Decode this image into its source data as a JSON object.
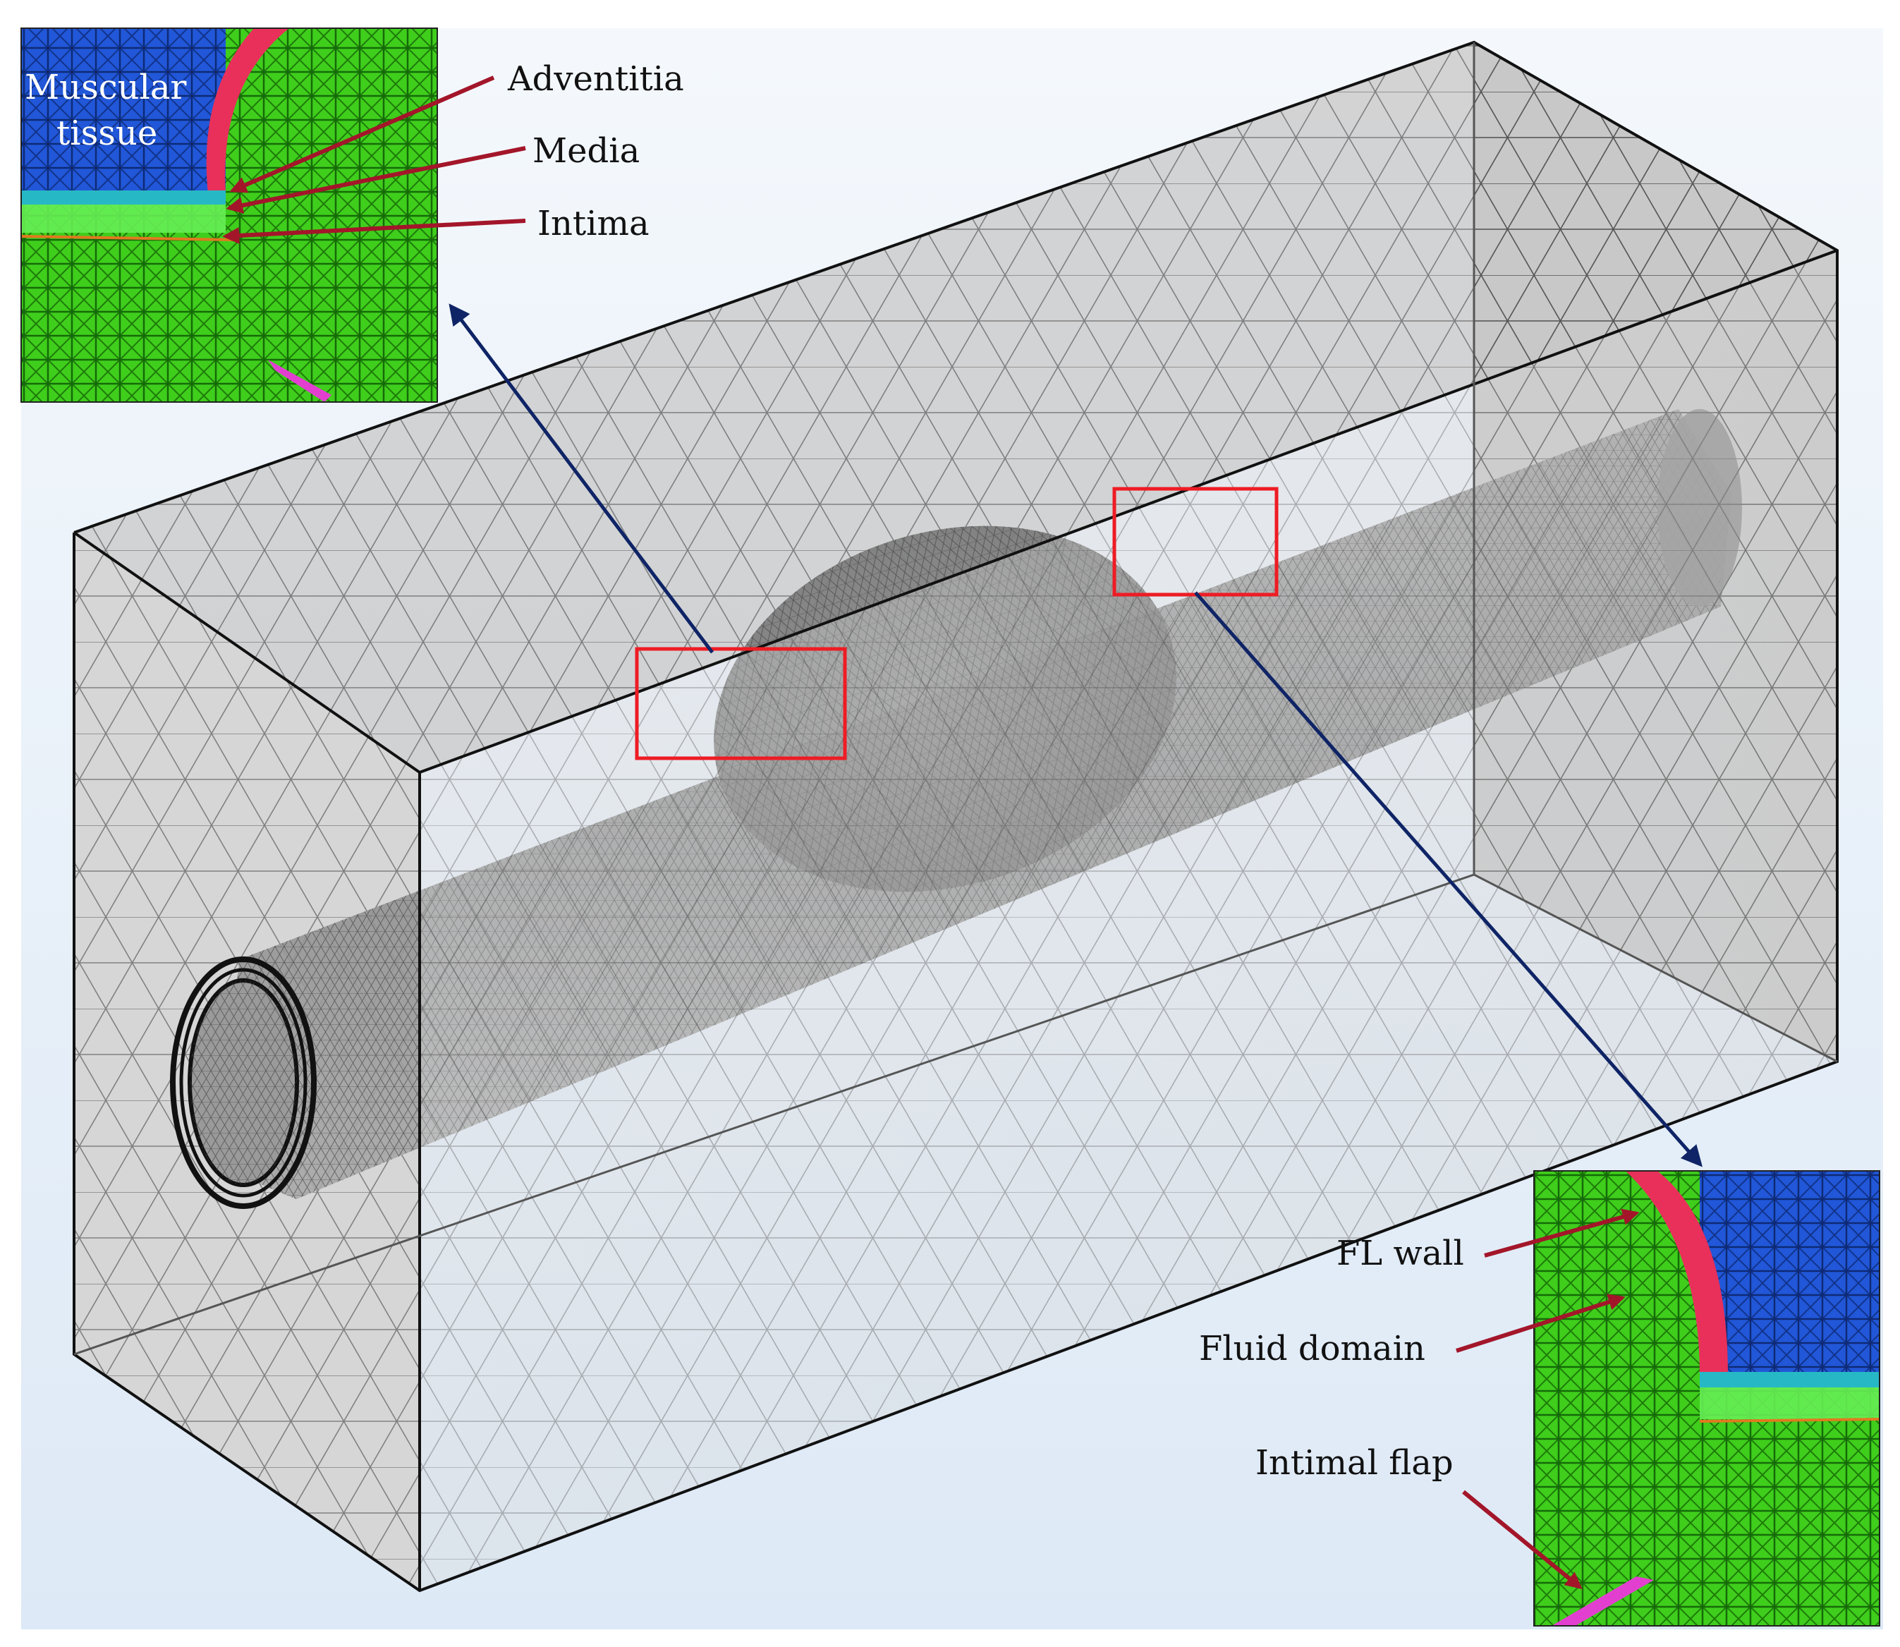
{
  "labels": {
    "muscular_tissue_line1": "Muscular",
    "muscular_tissue_line2": "tissue",
    "adventitia": "Adventitia",
    "media": "Media",
    "intima": "Intima",
    "fl_wall": "FL wall",
    "fluid_domain": "Fluid domain",
    "intimal_flap": "Intimal flap"
  },
  "colors": {
    "muscular_tissue": "#1f4fd6",
    "fluid_domain": "#33cc1f",
    "fl_wall": "#e8305a",
    "intima_band": "#27b8c6",
    "intimal_flap": "#e23fd0",
    "callout_line": "#a3162a",
    "zoom_arrow": "#0f2466",
    "zoom_box": "#ee1c24",
    "mesh_edge": "#2b2b2b"
  },
  "icons": {
    "zoom_arrow": "arrow-icon",
    "callout_arrow": "callout-arrow-icon"
  }
}
